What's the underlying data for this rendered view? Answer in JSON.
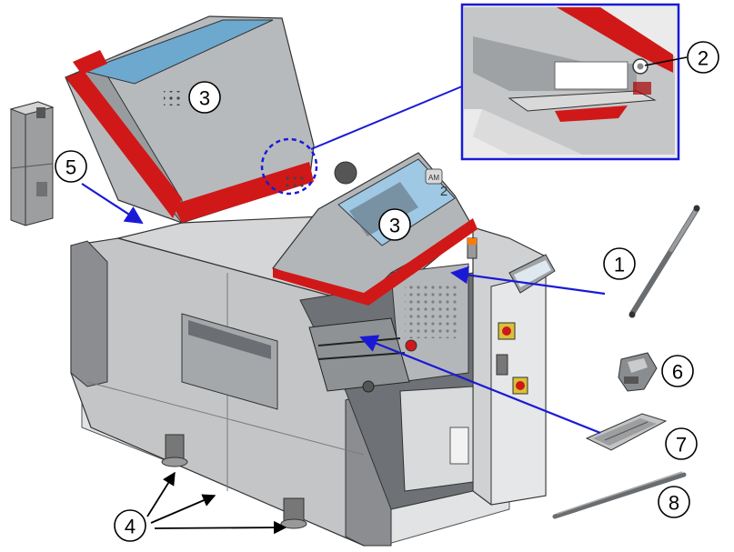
{
  "diagram": {
    "callouts": [
      {
        "id": "c1",
        "label": "1"
      },
      {
        "id": "c2",
        "label": "2"
      },
      {
        "id": "c3a",
        "label": "3"
      },
      {
        "id": "c3b",
        "label": "3"
      },
      {
        "id": "c4",
        "label": "4"
      },
      {
        "id": "c5",
        "label": "5"
      },
      {
        "id": "c6",
        "label": "6"
      },
      {
        "id": "c7",
        "label": "7"
      },
      {
        "id": "c8",
        "label": "8"
      }
    ],
    "machine_panel": {
      "badge": "AM",
      "number": "2"
    },
    "colors": {
      "leader_line": "#1a1ad6",
      "accent_red": "#d01818",
      "body_gray": "#b9bcbf",
      "inset_border": "#1a1ad6"
    }
  }
}
